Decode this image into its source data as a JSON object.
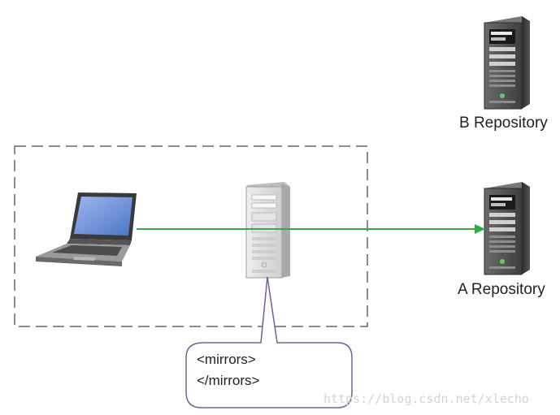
{
  "nodes": {
    "b_repository": {
      "label": "B Repository"
    },
    "a_repository": {
      "label": "A Repository"
    }
  },
  "callout": {
    "line1": "<mirrors>",
    "line2": "</mirrors>"
  },
  "watermark": "https://blog.csdn.net/xlecho",
  "colors": {
    "arrow": "#2eae4a",
    "dashed_border": "#666666",
    "callout_border": "#7a5e94",
    "laptop_screen": "#6f93d9",
    "mirror_server": "#d9d9d9",
    "repository_server": "#4a4a4a"
  },
  "icons": [
    "laptop-icon",
    "server-icon",
    "repository-server-icon"
  ]
}
